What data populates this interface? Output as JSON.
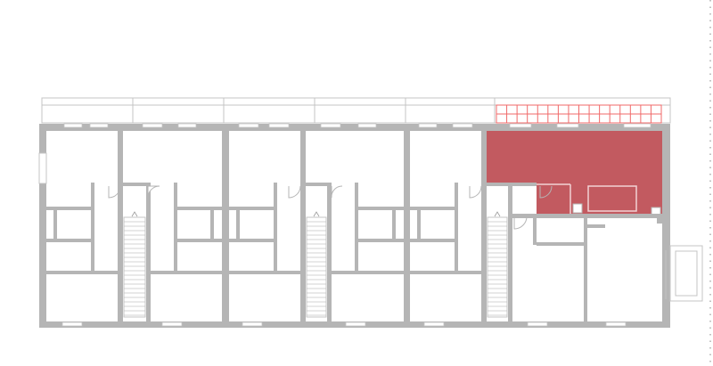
{
  "colors": {
    "background": "#ffffff",
    "wall": "#b5b5b5",
    "thin_line": "#c4c4c4",
    "highlight_fill": "#c25a60",
    "highlight_line": "#f06a6a",
    "edge_dash": "#9a9a9a"
  },
  "diagram": {
    "kind": "floor-plan",
    "highlighted_unit_count": 1,
    "stairwell_count": 3,
    "balcony_count": 1
  }
}
